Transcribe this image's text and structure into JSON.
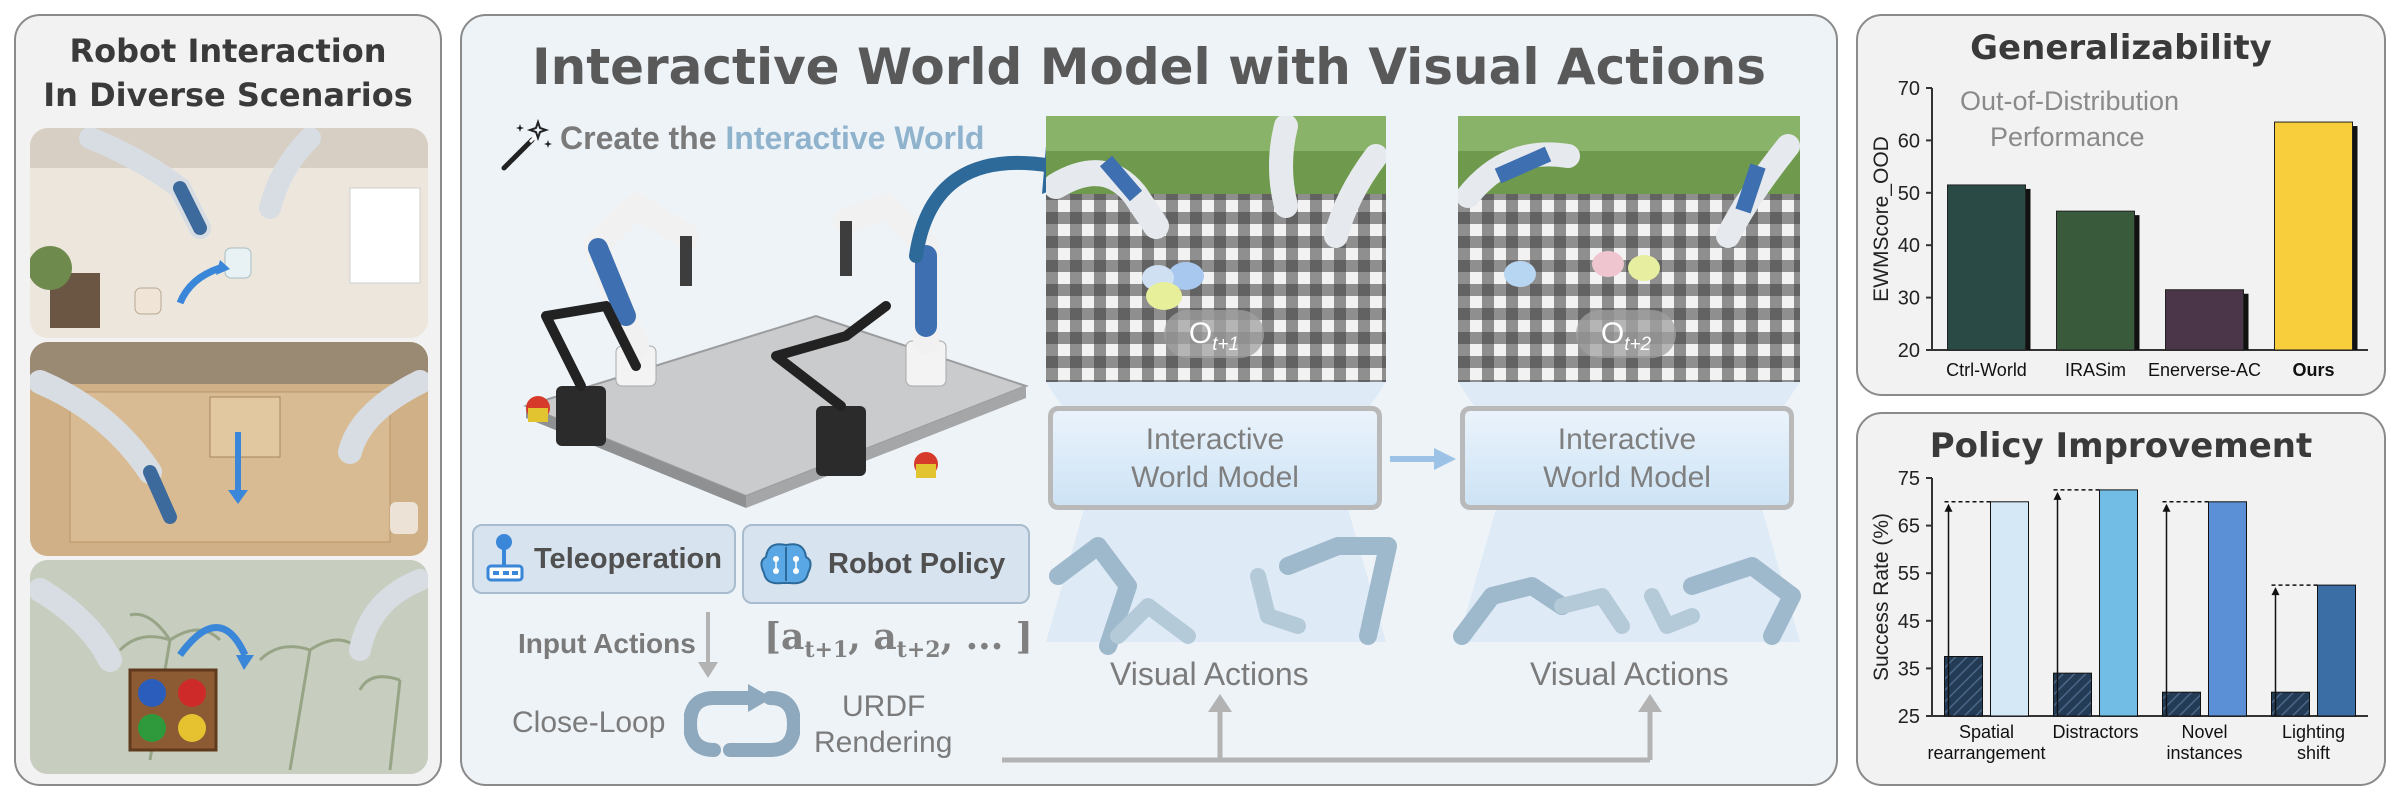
{
  "left_panel": {
    "title_line1": "Robot Interaction",
    "title_line2": "In Diverse Scenarios"
  },
  "center_panel": {
    "title": "Interactive World Model with Visual Actions",
    "create_prefix": "Create the ",
    "create_highlight": "Interactive World",
    "frame1_label": "O",
    "frame1_sub": "t+1",
    "frame2_label": "O",
    "frame2_sub": "t+2",
    "wm1_line1": "Interactive",
    "wm1_line2": "World Model",
    "wm2_line1": "Interactive",
    "wm2_line2": "World Model",
    "teleop_label": "Teleoperation",
    "policy_label": "Robot Policy",
    "input_actions_label": "Input Actions",
    "actions_formula": "[a",
    "actions_sub1": "t+1",
    "actions_sep": ", a",
    "actions_sub2": "t+2",
    "actions_tail": ", ... ]",
    "close_loop_label": "Close-Loop",
    "urdf_line1": "URDF",
    "urdf_line2": "Rendering",
    "visual_actions_1": "Visual Actions",
    "visual_actions_2": "Visual Actions"
  },
  "gen_panel": {
    "title": "Generalizability",
    "annotation_line1": "Out-of-Distribution",
    "annotation_line2": "Performance"
  },
  "policy_panel": {
    "title": "Policy Improvement"
  },
  "colors": {
    "accent_blue": "#8fb2cd",
    "arrow_blue": "#2d6a9a",
    "panel_border": "#8a8a8a"
  },
  "chart_data": [
    {
      "type": "bar",
      "title": "Generalizability",
      "ylabel": "EWMScore_OOD",
      "ylim": [
        20,
        70
      ],
      "yticks": [
        20,
        30,
        40,
        50,
        60,
        70
      ],
      "categories": [
        "Ctrl-World",
        "IRASim",
        "Enerverse-AC",
        "Ours"
      ],
      "values": [
        51.5,
        46.5,
        31.5,
        63.5
      ],
      "colors": [
        "#2a4b45",
        "#3a5a3c",
        "#4b3649",
        "#f8ce3c"
      ],
      "bold_category": "Ours",
      "annotation": "Out-of-Distribution Performance",
      "grid": false
    },
    {
      "type": "bar",
      "title": "Policy Improvement",
      "ylabel": "Success Rate (%)",
      "ylim": [
        25,
        75
      ],
      "yticks": [
        25,
        35,
        45,
        55,
        65,
        75
      ],
      "categories": [
        "Spatial rearrangement",
        "Distractors",
        "Novel instances",
        "Lighting shift"
      ],
      "category_lines": [
        [
          "Spatial",
          "rearrangement"
        ],
        [
          "Distractors"
        ],
        [
          "Novel",
          "instances"
        ],
        [
          "Lighting",
          "shift"
        ]
      ],
      "series": [
        {
          "values": [
            37.5,
            34,
            30,
            30
          ],
          "color": "#243b55",
          "hatched": true
        },
        {
          "values": [
            70,
            72.5,
            70,
            52.5
          ],
          "colors": [
            "#d5e8f6",
            "#72bde6",
            "#5b90d6",
            "#3c6ea6"
          ]
        }
      ],
      "grid": false
    }
  ]
}
